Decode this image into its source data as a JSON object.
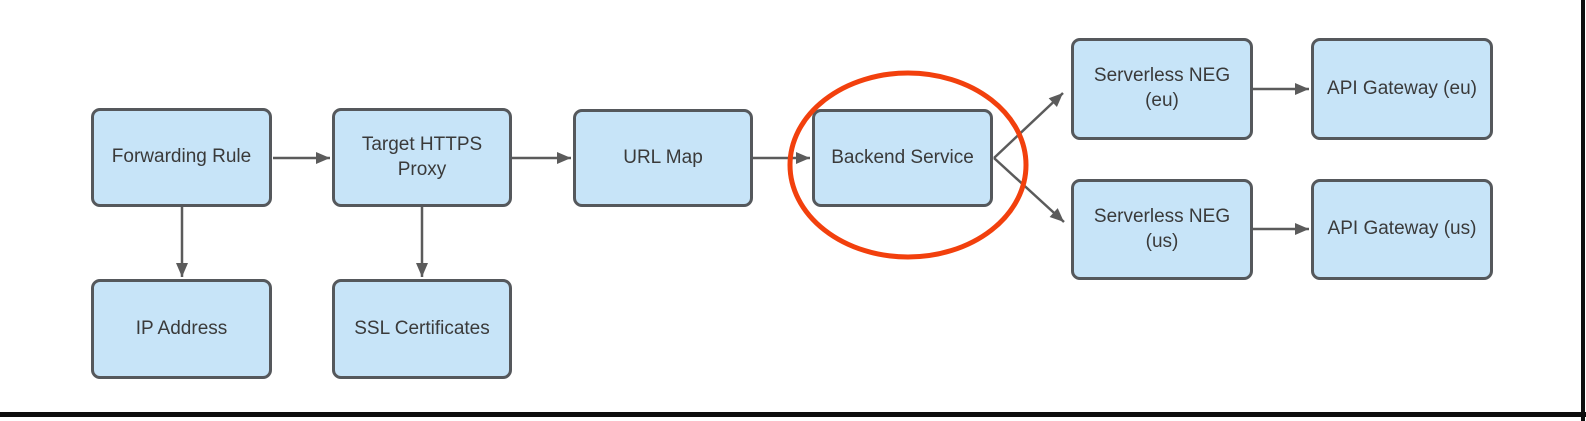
{
  "diagram": {
    "type": "flowchart",
    "nodes": {
      "forwarding_rule": {
        "label": "Forwarding Rule"
      },
      "target_https_proxy": {
        "label": "Target HTTPS Proxy"
      },
      "url_map": {
        "label": "URL Map"
      },
      "backend_service": {
        "label": "Backend Service"
      },
      "serverless_neg_eu": {
        "label": "Serverless NEG (eu)"
      },
      "api_gateway_eu": {
        "label": "API Gateway (eu)"
      },
      "serverless_neg_us": {
        "label": "Serverless NEG (us)"
      },
      "api_gateway_us": {
        "label": "API Gateway (us)"
      },
      "ip_address": {
        "label": "IP Address"
      },
      "ssl_certificates": {
        "label": "SSL Certificates"
      }
    },
    "edges": [
      {
        "from": "forwarding_rule",
        "to": "target_https_proxy",
        "direction": "right"
      },
      {
        "from": "target_https_proxy",
        "to": "url_map",
        "direction": "right"
      },
      {
        "from": "url_map",
        "to": "backend_service",
        "direction": "right"
      },
      {
        "from": "backend_service",
        "to": "serverless_neg_eu",
        "direction": "up-right"
      },
      {
        "from": "backend_service",
        "to": "serverless_neg_us",
        "direction": "down-right"
      },
      {
        "from": "serverless_neg_eu",
        "to": "api_gateway_eu",
        "direction": "right"
      },
      {
        "from": "serverless_neg_us",
        "to": "api_gateway_us",
        "direction": "right"
      },
      {
        "from": "forwarding_rule",
        "to": "ip_address",
        "direction": "down"
      },
      {
        "from": "target_https_proxy",
        "to": "ssl_certificates",
        "direction": "down"
      }
    ],
    "highlight": {
      "shape": "ellipse",
      "around": "backend_service",
      "color": "#F2400D"
    },
    "colors": {
      "node_fill": "#C7E4F8",
      "node_border": "#55585C",
      "connector": "#5B5B5B",
      "text": "#3A3A3A",
      "highlight": "#F2400D",
      "frame": "#0D0D0D",
      "background": "#FFFFFF"
    }
  }
}
